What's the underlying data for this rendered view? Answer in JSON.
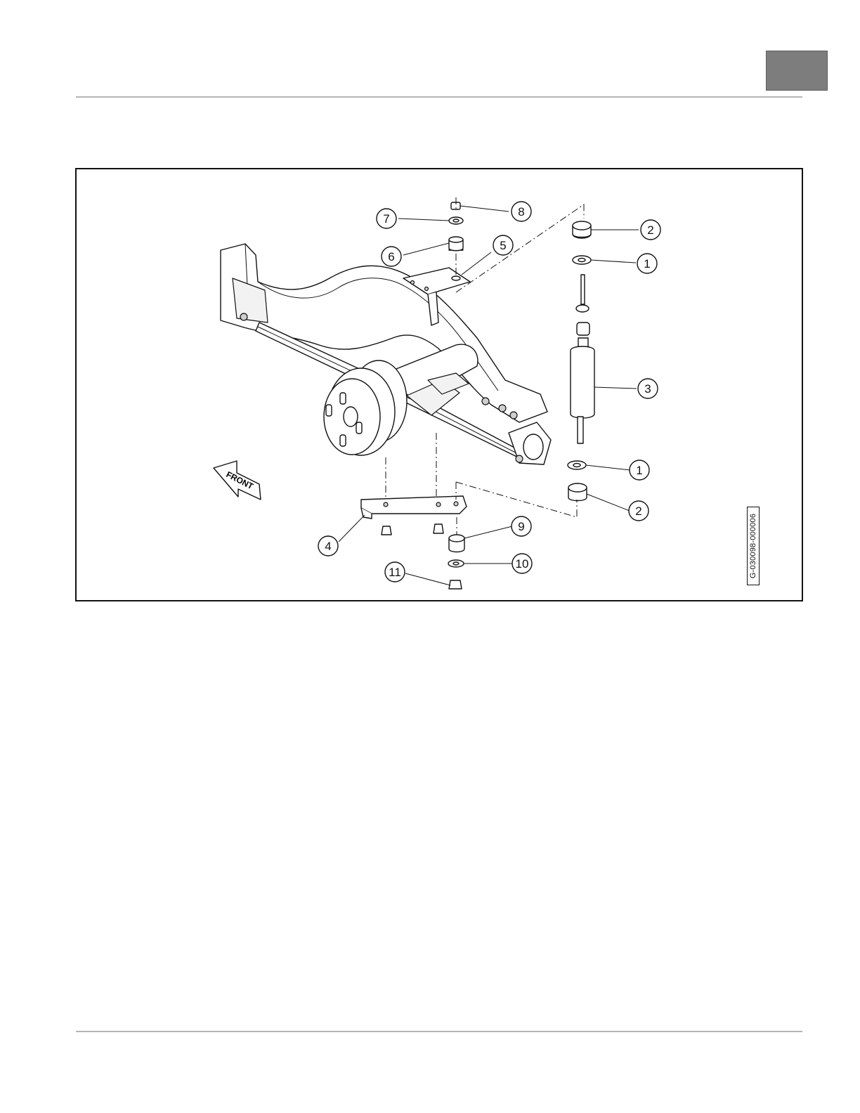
{
  "figure": {
    "drawing_id": "G-030098-000006",
    "front_label": "FRONT",
    "callouts": [
      {
        "key": "c8",
        "label": "8"
      },
      {
        "key": "c7",
        "label": "7"
      },
      {
        "key": "c6",
        "label": "6"
      },
      {
        "key": "c5",
        "label": "5"
      },
      {
        "key": "c2a",
        "label": "2"
      },
      {
        "key": "c1a",
        "label": "1"
      },
      {
        "key": "c3",
        "label": "3"
      },
      {
        "key": "c1b",
        "label": "1"
      },
      {
        "key": "c2b",
        "label": "2"
      },
      {
        "key": "c4",
        "label": "4"
      },
      {
        "key": "c9",
        "label": "9"
      },
      {
        "key": "c10",
        "label": "10"
      },
      {
        "key": "c11",
        "label": "11"
      }
    ]
  }
}
